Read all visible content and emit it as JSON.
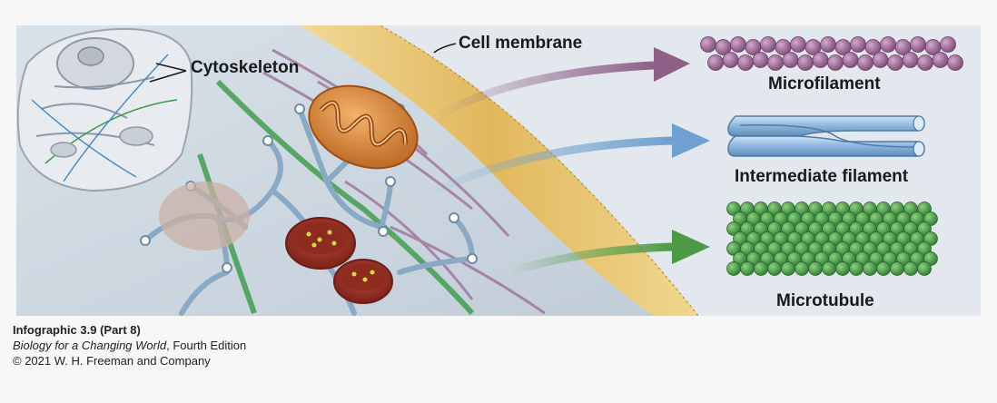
{
  "labels": {
    "cytoskeleton": "Cytoskeleton",
    "cell_membrane": "Cell membrane",
    "microfilament": "Microfilament",
    "intermediate_filament": "Intermediate filament",
    "microtubule": "Microtubule"
  },
  "caption": {
    "title": "Infographic 3.9 (Part 8)",
    "book_title": "Biology for a Changing World",
    "edition": ", Fourth Edition",
    "copyright": "© 2021 W. H. Freeman and Company"
  },
  "colors": {
    "background": "#dfe6ee",
    "membrane": "#e8c77a",
    "microfilament": "#9a6b93",
    "intermediate_filament": "#7ea6cb",
    "microtubule": "#3a9a47",
    "arrow_purple": "#8e6088",
    "arrow_blue": "#6fa0cf",
    "arrow_green": "#4d9a46",
    "mitochondrion": "#d98a3a",
    "vesicle": "#a0352a"
  }
}
